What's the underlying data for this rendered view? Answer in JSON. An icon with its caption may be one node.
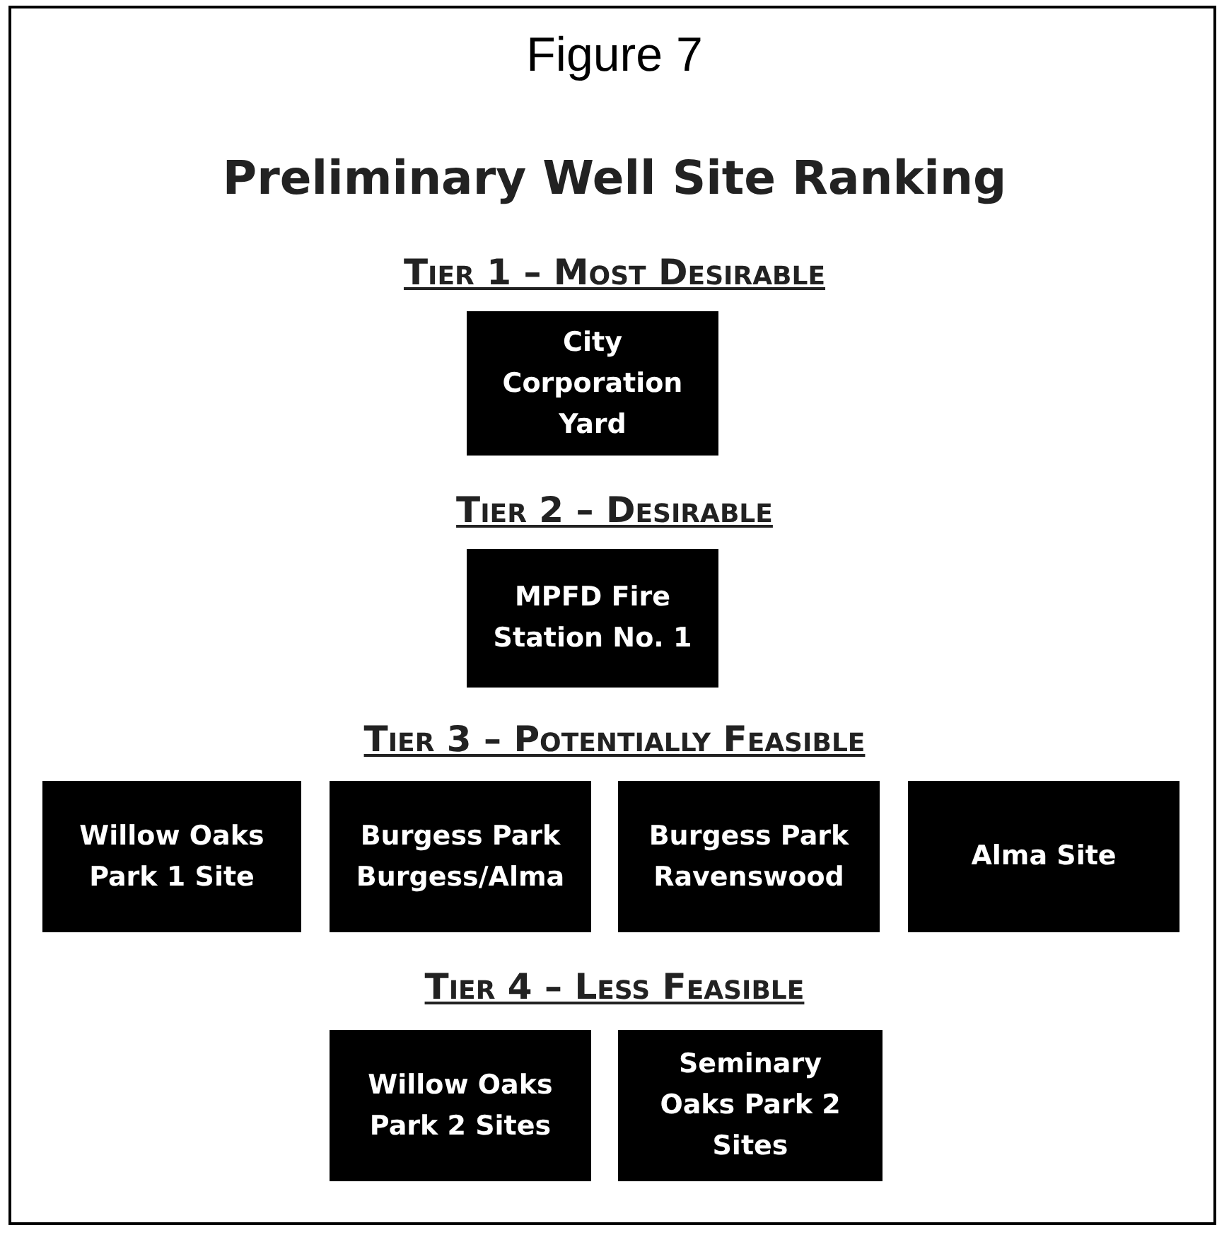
{
  "diagram": {
    "title": "Preliminary Well Site Ranking",
    "nodes": [
      {
        "text": [
          "City Corporation Yard"
        ]
      },
      {
        "text": [
          "MPFD Fire Station No. 1"
        ]
      },
      {
        "text": [
          "Willow Oaks Park 1 Site"
        ]
      },
      {
        "text": [
          "Burgess Park Burgess/Alma"
        ]
      },
      {
        "text": [
          "Burgess Park Ravenswood"
        ]
      },
      {
        "text": [
          "Alma Site"
        ]
      },
      {
        "text": [
          "Willow Oaks Park 2 Sites"
        ]
      },
      {
        "text": [
          "Seminary Oaks Park 2 Sites"
        ]
      }
    ],
    "labels": [
      "Figure 7",
      "Tier 1 – Most Desirable",
      "Tier 2 – Desirable",
      "Tier 3 – Potentially Feasible",
      "Tier 4 – Less Feasible"
    ]
  }
}
